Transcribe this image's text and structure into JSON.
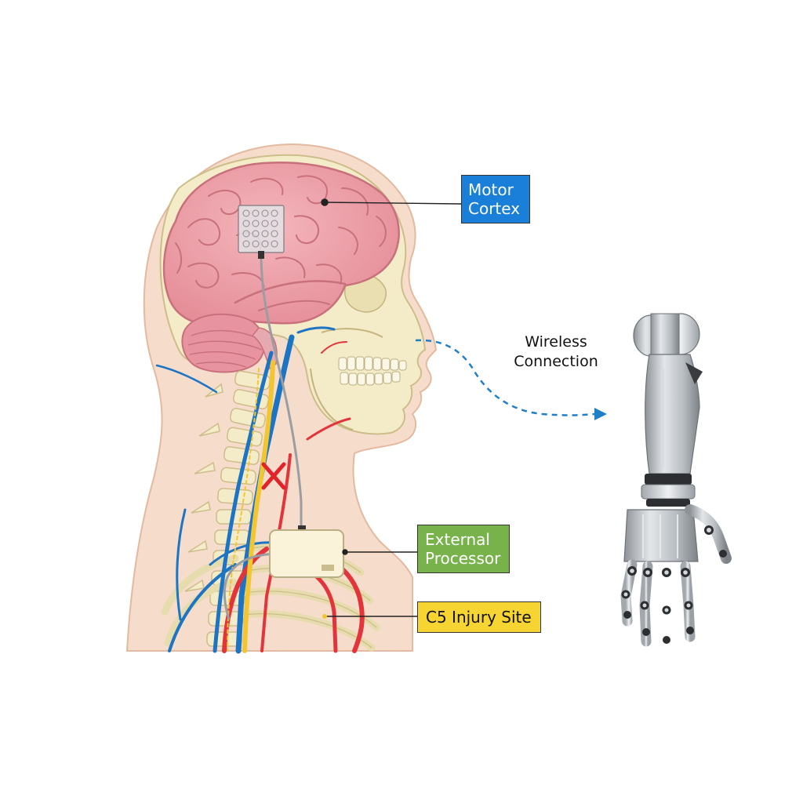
{
  "labels": {
    "motor_cortex": {
      "line1": "Motor",
      "line2": "Cortex",
      "bg": "#1a7fd8",
      "color": "#ffffff"
    },
    "wireless": {
      "line1": "Wireless",
      "line2": "Connection",
      "color": "#111111"
    },
    "external_processor": {
      "line1": "External",
      "line2": "Processor",
      "bg": "#78b24a",
      "color": "#ffffff"
    },
    "injury_site": {
      "text": "C5 Injury Site",
      "bg": "#f6d532",
      "color": "#111111"
    }
  },
  "colors": {
    "skin": "#f6dccb",
    "skin_outline": "#e3b9a0",
    "brain": "#eea0a8",
    "brain_outline": "#c8707c",
    "bone": "#f4ecc9",
    "bone_outline": "#cdbd8a",
    "artery": "#e2343a",
    "vein": "#1c74c4",
    "nerve": "#f2c631",
    "wireless": "#1f7fc7",
    "injury_mark": "#e2232a",
    "prosthetic": "#b9bdc2",
    "prosthetic_dark": "#2c2e31"
  }
}
